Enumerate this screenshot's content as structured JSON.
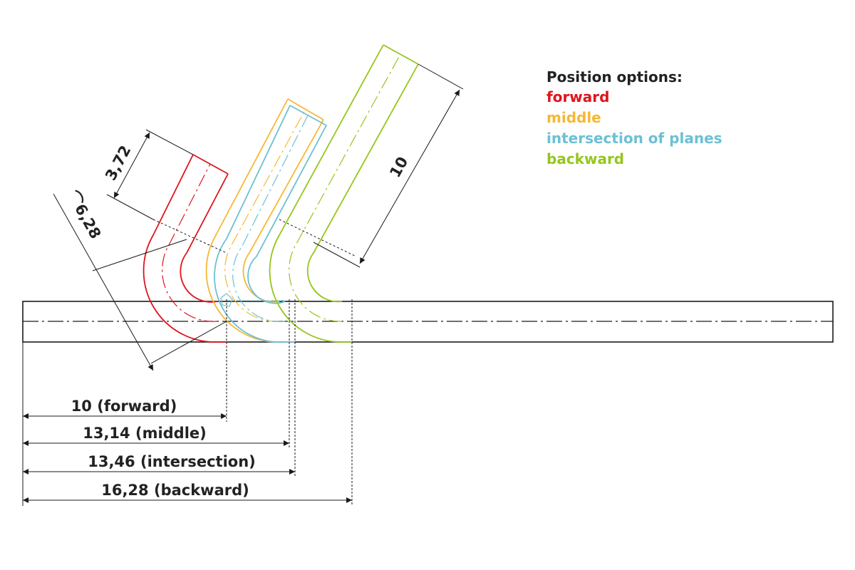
{
  "legend": {
    "title": "Position options:",
    "items": [
      {
        "label": "forward",
        "color": "#e0141c"
      },
      {
        "label": "middle",
        "color": "#f5b835"
      },
      {
        "label": "intersection of planes",
        "color": "#6cc0d4"
      },
      {
        "label": "backward",
        "color": "#95c61c"
      }
    ]
  },
  "dimensions": {
    "flange_length": "3,72",
    "radius": "6,28",
    "leg_length": "10",
    "forward": "10 (forward)",
    "middle": "13,14 (middle)",
    "intersection": "13,46 (intersection)",
    "backward": "16,28 (backward)"
  },
  "colors": {
    "line": "#1a1a1a",
    "forward": "#e0141c",
    "middle": "#f5b835",
    "intersection": "#6cc0d4",
    "backward": "#95c61c"
  }
}
